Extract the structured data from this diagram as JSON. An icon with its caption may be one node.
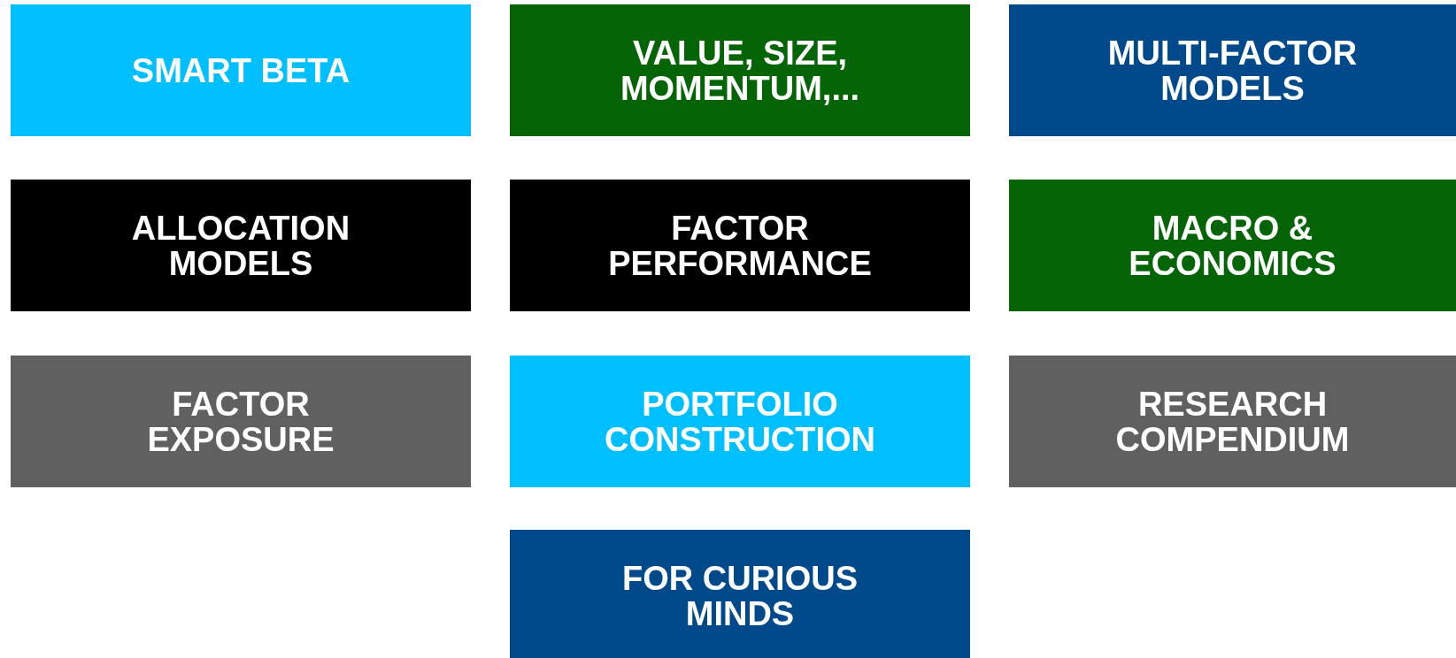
{
  "diagram": {
    "nodes": [
      {
        "text": [
          "SMART BETA"
        ]
      },
      {
        "text": [
          "VALUE, SIZE, MOMENTUM,..."
        ]
      },
      {
        "text": [
          "MULTI-FACTOR MODELS"
        ]
      },
      {
        "text": [
          "ALLOCATION MODELS"
        ]
      },
      {
        "text": [
          "FACTOR PERFORMANCE"
        ]
      },
      {
        "text": [
          "MACRO & ECONOMICS"
        ]
      },
      {
        "text": [
          "FACTOR EXPOSURE"
        ]
      },
      {
        "text": [
          "PORTFOLIO CONSTRUCTION"
        ]
      },
      {
        "text": [
          "RESEARCH COMPENDIUM"
        ]
      },
      {
        "text": [
          "FOR CURIOUS MINDS"
        ]
      }
    ]
  }
}
